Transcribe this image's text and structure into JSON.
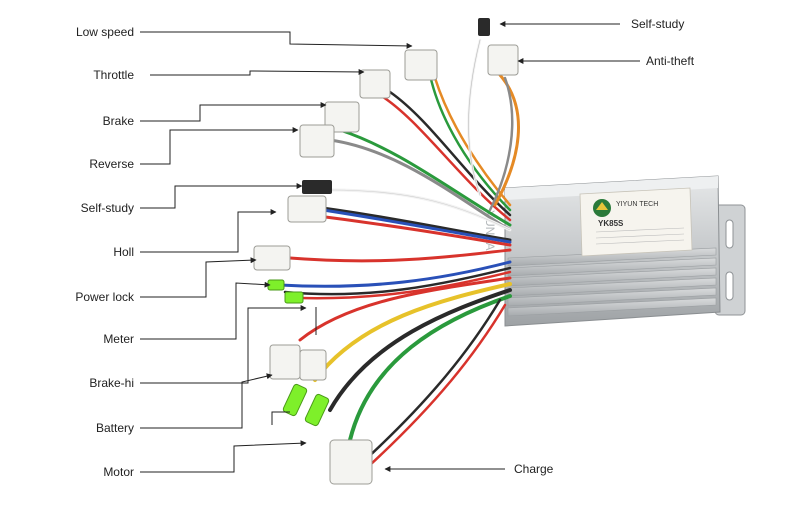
{
  "labels_left": [
    {
      "id": "low-speed",
      "text": "Low speed"
    },
    {
      "id": "throttle",
      "text": "Throttle"
    },
    {
      "id": "brake",
      "text": "Brake"
    },
    {
      "id": "reverse",
      "text": "Reverse"
    },
    {
      "id": "self-study-left",
      "text": "Self-study"
    },
    {
      "id": "holl",
      "text": "Holl"
    },
    {
      "id": "power-lock",
      "text": "Power lock"
    },
    {
      "id": "meter",
      "text": "Meter"
    },
    {
      "id": "brake-hi",
      "text": "Brake-hi"
    },
    {
      "id": "battery",
      "text": "Battery"
    },
    {
      "id": "motor",
      "text": "Motor"
    }
  ],
  "labels_right": [
    {
      "id": "self-study-right",
      "text": "Self-study"
    },
    {
      "id": "anti-theft",
      "text": "Anti-theft"
    },
    {
      "id": "charge",
      "text": "Charge"
    }
  ],
  "controller": {
    "brand": "YIYUN TECH",
    "model": "YK85S",
    "watermark": "YUNPA"
  },
  "colors": {
    "wire_red": "#d8332c",
    "wire_green": "#2a9a3c",
    "wire_yellow": "#e7c22a",
    "wire_blue": "#2950b8",
    "wire_orange": "#e58a25",
    "wire_black": "#2a2a2a",
    "wire_white": "#f2f2f2",
    "wire_gray": "#8a8a8a",
    "connector_green": "#7ef02a",
    "housing": "#c9ccce"
  }
}
